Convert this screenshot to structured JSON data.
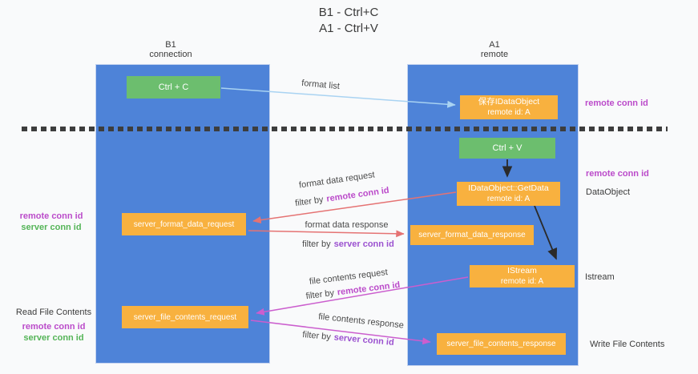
{
  "title": {
    "line1": "B1 - Ctrl+C",
    "line2": "A1 - Ctrl+V"
  },
  "lifelines": {
    "left": {
      "name": "B1",
      "role": "connection"
    },
    "right": {
      "name": "A1",
      "role": "remote"
    }
  },
  "nodes": {
    "ctrl_c": {
      "label": "Ctrl + C"
    },
    "ctrl_v": {
      "label": "Ctrl + V"
    },
    "save_idataobject": {
      "line1": "保存IDataObject",
      "line2": "remote id: A"
    },
    "getdata": {
      "line1": "IDataObject::GetData",
      "line2": "remote id: A"
    },
    "istream": {
      "line1": "IStream",
      "line2": "remote id: A"
    },
    "format_request": {
      "label": "server_format_data_request"
    },
    "format_response": {
      "label": "server_format_data_response"
    },
    "file_request": {
      "label": "server_file_contents_request"
    },
    "file_response": {
      "label": "server_file_contents_response"
    }
  },
  "annotations": {
    "remote_conn_id_top": "remote conn id",
    "remote_conn_id_mid": "remote conn id",
    "dataobject": "DataObject",
    "istream_side": "Istream",
    "write_file_contents": "Write File Contents",
    "read_file_contents": "Read File Contents",
    "left_remote_conn_id_1": "remote conn id",
    "left_server_conn_id_1": "server conn id",
    "left_remote_conn_id_2": "remote conn id",
    "left_server_conn_id_2": "server conn id"
  },
  "arrows": {
    "format_list": "format list",
    "format_data_request": "format data request",
    "format_data_response": "format data response",
    "file_contents_request": "file contents request",
    "file_contents_response": "file contents response",
    "filter_by": "filter by",
    "remote_conn_id": "remote conn id",
    "server_conn_id": "server conn id"
  },
  "colors": {
    "lifeline_blue": "#4e83d8",
    "green_box": "#6cbe6e",
    "orange_box": "#f8b13f",
    "magenta_text": "#bb4bca",
    "green_text": "#54b457",
    "purple_text": "#9b51d0",
    "red_arrow": "#e57373",
    "magenta_arrow": "#cb5ece",
    "blue_arrow": "#a9d3f2",
    "black_arrow": "#2a2a2a"
  }
}
